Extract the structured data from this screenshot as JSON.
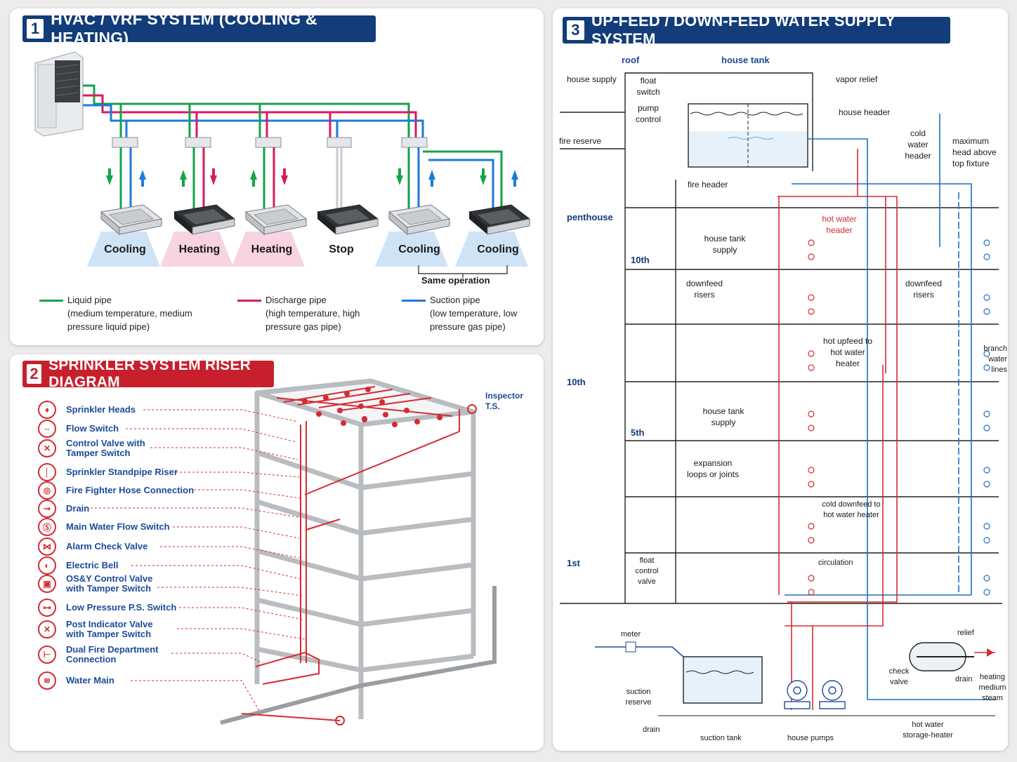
{
  "panel1": {
    "number": "1",
    "title": "HVAC / VRF SYSTEM (COOLING & HEATING)",
    "modes": [
      "Cooling",
      "Heating",
      "Heating",
      "Stop",
      "Cooling",
      "Cooling"
    ],
    "same_operation": "Same operation",
    "legend": [
      {
        "label": "Liquid pipe",
        "desc": "(medium temperature, medium pressure liquid pipe)",
        "color": "#16a34a"
      },
      {
        "label": "Discharge pipe",
        "desc": "(high temperature, high pressure gas pipe)",
        "color": "#d81b60"
      },
      {
        "label": "Suction pipe",
        "desc": "(low temperature, low pressure gas pipe)",
        "color": "#1f7ad6"
      }
    ]
  },
  "panel2": {
    "number": "2",
    "title": "SPRINKLER SYSTEM RISER DIAGRAM",
    "inspector": "Inspector T.S.",
    "items": [
      {
        "label": "Sprinkler Heads",
        "icon": "sprinkler-head-icon"
      },
      {
        "label": "Flow Switch",
        "icon": "flow-switch-icon"
      },
      {
        "label": "Control Valve with Tamper Switch",
        "icon": "control-valve-icon"
      },
      {
        "label": "Sprinkler Standpipe Riser",
        "icon": "standpipe-icon"
      },
      {
        "label": "Fire Fighter Hose Connection",
        "icon": "hose-connection-icon"
      },
      {
        "label": "Drain",
        "icon": "drain-icon"
      },
      {
        "label": "Main Water Flow Switch",
        "icon": "main-flow-switch-icon"
      },
      {
        "label": "Alarm Check Valve",
        "icon": "alarm-check-valve-icon"
      },
      {
        "label": "Electric Bell",
        "icon": "bell-icon"
      },
      {
        "label": "OS&Y Control Valve with Tamper Switch",
        "icon": "osy-valve-icon"
      },
      {
        "label": "Low Pressure P.S. Switch",
        "icon": "pressure-switch-icon"
      },
      {
        "label": "Post Indicator Valve with Tamper Switch",
        "icon": "post-indicator-icon"
      },
      {
        "label": "Dual Fire Department Connection",
        "icon": "fire-dept-connection-icon"
      },
      {
        "label": "Water Main",
        "icon": "water-main-icon"
      }
    ]
  },
  "panel3": {
    "number": "3",
    "title": "UP-FEED / DOWN-FEED WATER SUPPLY SYSTEM",
    "labels": {
      "roof": "roof",
      "house_tank": "house tank",
      "house_supply": "house supply",
      "float_switch": "float switch",
      "pump_control": "pump control",
      "vapor_relief": "vapor relief",
      "house_header": "house header",
      "fire_reserve": "fire reserve",
      "cold_water_header": "cold water header",
      "max_head": "maximum head above top fixture",
      "fire_header": "fire header",
      "penthouse": "penthouse",
      "hot_water_header": "hot water header",
      "house_tank_supply_1": "house tank supply",
      "floor_10th_a": "10th",
      "downfeed_risers_l": "downfeed risers",
      "downfeed_risers_r": "downfeed risers",
      "hot_upfeed": "hot upfeed to hot water heater",
      "branch_water": "branch water lines",
      "floor_10th_b": "10th",
      "house_tank_supply_2": "house tank supply",
      "floor_5th": "5th",
      "expansion": "expansion loops or joints",
      "cold_downfeed": "cold downfeed to hot water heater",
      "floor_1st": "1st",
      "float_control": "float control valve",
      "circulation": "circulation",
      "meter": "meter",
      "relief": "relief",
      "check_valve": "check valve",
      "drain1": "drain",
      "heating_medium": "heating medium steam",
      "suction_reserve": "suction reserve",
      "drain2": "drain",
      "suction_tank": "suction tank",
      "house_pumps": "house pumps",
      "hot_water_storage": "hot water storage-heater"
    }
  }
}
